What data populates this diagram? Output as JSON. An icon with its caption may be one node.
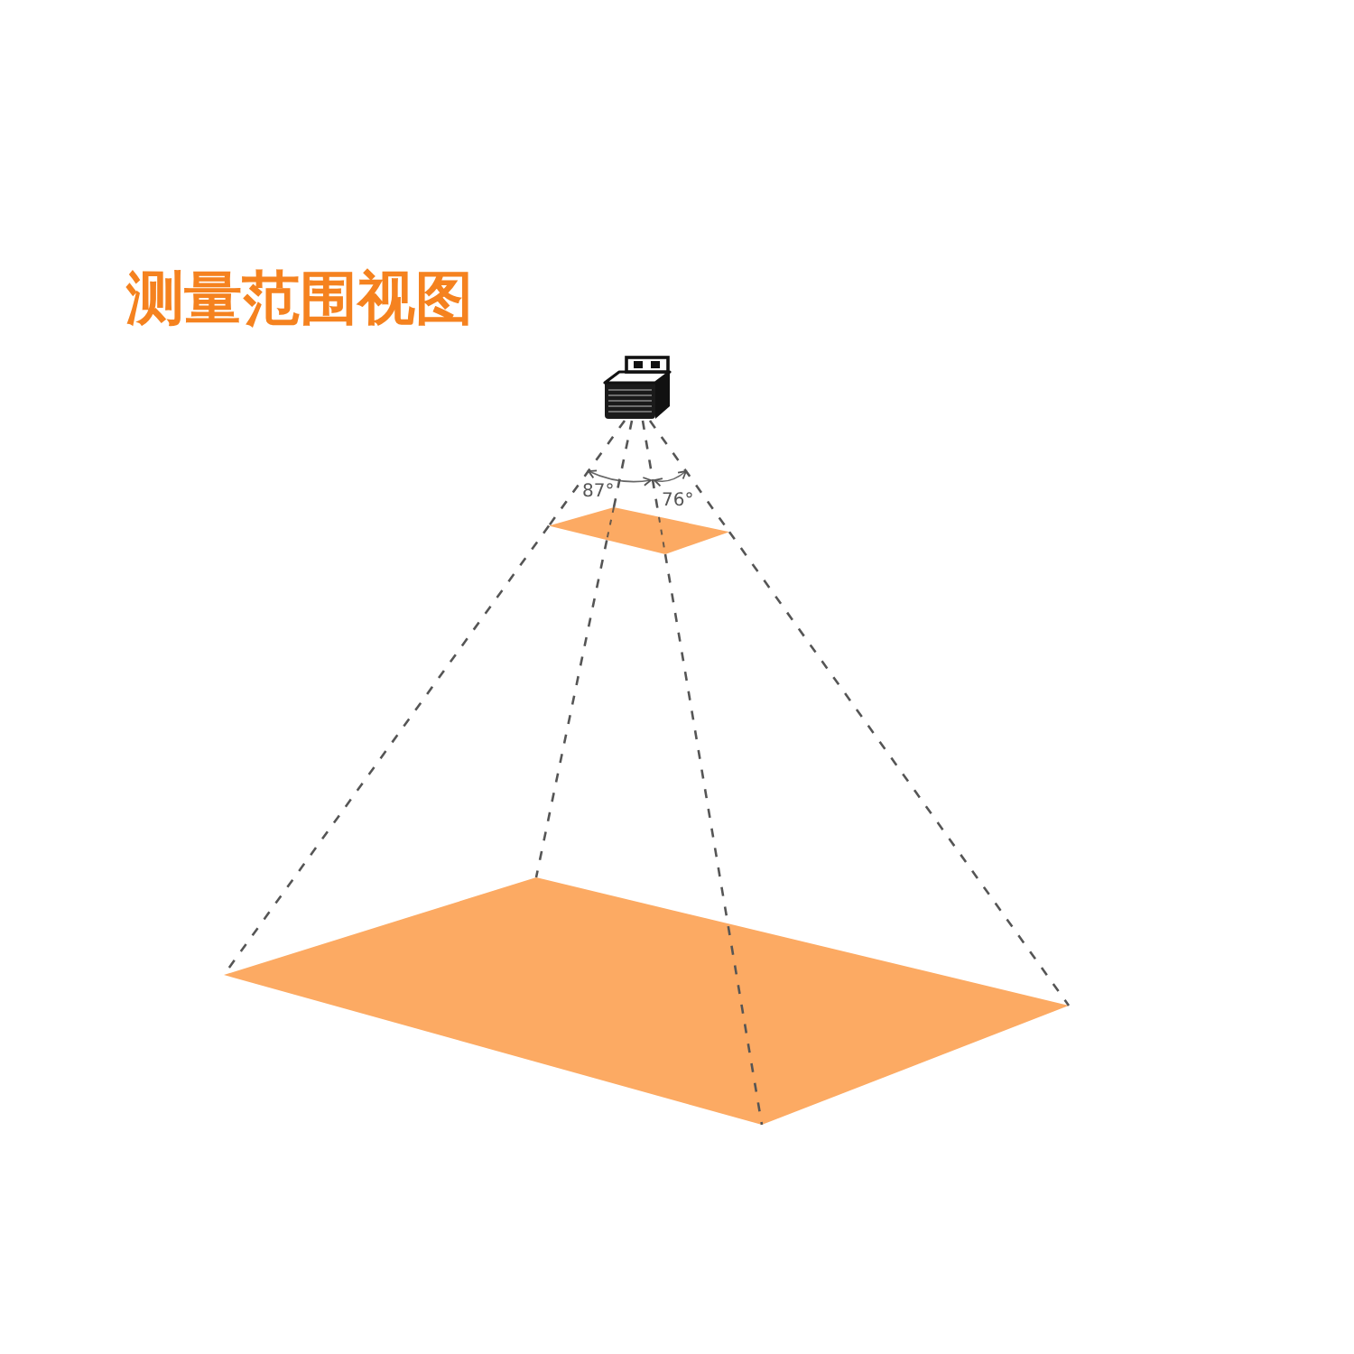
{
  "diagram": {
    "title": "测量范围视图",
    "nodes": [
      {
        "text": [],
        "shape": "picture"
      },
      {
        "text": [],
        "shape": "parallelogram"
      },
      {
        "text": [],
        "shape": "parallelogram"
      }
    ],
    "edges": [
      {
        "from": 0,
        "to": 1,
        "arrow": "none",
        "style": "dashed"
      },
      {
        "from": 0,
        "to": 1,
        "arrow": "none",
        "style": "dashed"
      },
      {
        "from": 0,
        "to": 1,
        "arrow": "none",
        "style": "dashed"
      },
      {
        "from": 0,
        "to": 1,
        "arrow": "none",
        "style": "dashed"
      },
      {
        "from": 1,
        "to": 2,
        "arrow": "none",
        "style": "dashed"
      },
      {
        "from": 1,
        "to": 2,
        "arrow": "none",
        "style": "dashed"
      },
      {
        "from": 1,
        "to": 2,
        "arrow": "none",
        "style": "dashed"
      },
      {
        "from": 1,
        "to": 2,
        "arrow": "none",
        "style": "dashed"
      }
    ],
    "labels": [
      "87°",
      "76°"
    ]
  }
}
